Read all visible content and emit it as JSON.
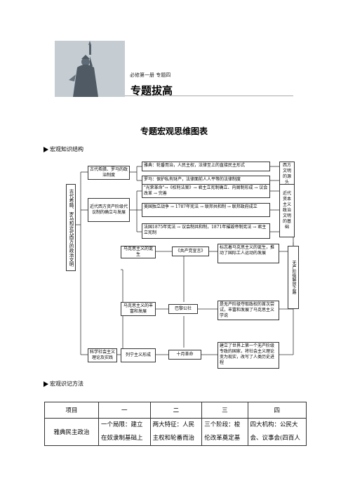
{
  "header": {
    "book_label": "必修第一册  专题四",
    "title": "专题拔高",
    "statue_icon": "statue-of-liberty-icon"
  },
  "page_title": "专题宏观思维图表",
  "section1": {
    "label": "宏观知识结构"
  },
  "diagram": {
    "root": "古代希腊、罗马和近代西方的政治文明",
    "greece_rome": "古代希腊、罗马的政治制度",
    "athens": "雅典：轮番而治，人民主权，法律至上的直接民主形式",
    "rome": "罗马：保护私有财产，法律面前人人平等的法律制度",
    "western_source": "西方文明的源头",
    "modern_west": "近代西方资产阶级代议制的确立与发展",
    "britain": "\"光荣革命\"→《权利法案》→ 君主立宪制确立、内阁制形成 → 议会改革 → 完善",
    "usa": "美国独立战争 → 1787年宪法 → 联邦共和制 → 联邦政府成立",
    "france": "法国1875年宪法 → 议会制共和制，1871年摧毁帝制宪法 → 君主立宪制",
    "capitalism": "近代资本主义政治文明的基础",
    "marxism_birth": "马克思主义的诞生",
    "manifesto": "《共产党宣言》",
    "manifesto_note": "标志着马克思主义的诞生，推动了国际工人运动的发展",
    "scientific_socialism": "科学社会主义理论及实践",
    "marxism_development": "马克思主义的丰富和发展",
    "paris_commune": "巴黎公社",
    "paris_note": "是无产阶级夺取政权的首次尝试，丰富和发展了马克思主义学说",
    "proletariat": "无产阶级解放之路",
    "leninism": "列宁主义形成",
    "october_revolution": "十月革命",
    "october_note": "建立了世界上第一个无产阶级专政的国家，将社会主义理论变为现实，改写了人类历史进程"
  },
  "section2": {
    "label": "宏观识记方法"
  },
  "table": {
    "headers": [
      "项目",
      "一",
      "二",
      "三",
      "四"
    ],
    "rows": [
      {
        "item": "雅典民主政治",
        "cells": [
          "一个局限：建立在奴隶制基础上",
          "两大特征：人民主权和轮番而治",
          "三个阶段：梭伦改革奠定基",
          "四大机构：公民大会、议事会(四百人"
        ]
      }
    ]
  }
}
